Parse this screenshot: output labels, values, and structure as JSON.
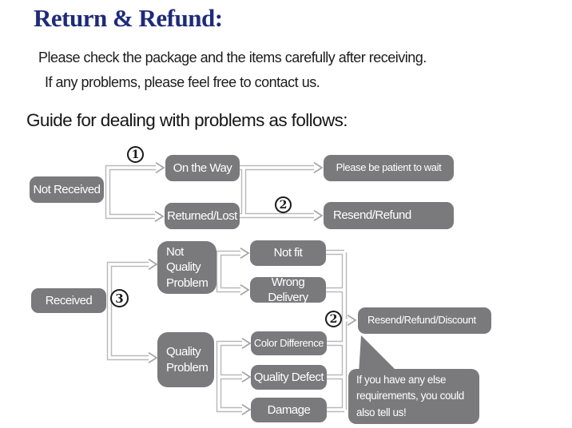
{
  "header": {
    "title": "Return & Refund:",
    "intro_line1": "Please check the package and the items carefully after receiving.",
    "intro_line2": "If any problems, please feel free to contact us.",
    "guide_heading": "Guide for dealing with problems as follows:"
  },
  "colors": {
    "title_blue": "#1e2b7a",
    "node_gray": "#7a7a7c",
    "node_text": "#ffffff",
    "connector_gray": "#b9b9b9",
    "marker_ink": "#1a1a1a",
    "body_text": "#1c1c1c"
  },
  "flowchart": {
    "nodes": {
      "not_received": "Not Received",
      "on_the_way": "On the Way",
      "returned_lost": "Returned/Lost",
      "please_wait": "Please be patient to wait",
      "resend_refund": "Resend/Refund",
      "received": "Received",
      "not_quality_problem": "Not Quality Problem",
      "not_fit": "Not fit",
      "wrong_delivery": "Wrong Delivery",
      "quality_problem": "Quality Problem",
      "color_difference": "Color Difference",
      "quality_defect": "Quality Defect",
      "damage": "Damage",
      "resend_refund_discount": "Resend/Refund/Discount"
    },
    "markers": {
      "step1": "1",
      "step2_top": "2",
      "step3": "3",
      "step2_bottom": "2"
    },
    "bubble_note": "If you have any else\nrequirements, you could\nalso tell us!"
  }
}
